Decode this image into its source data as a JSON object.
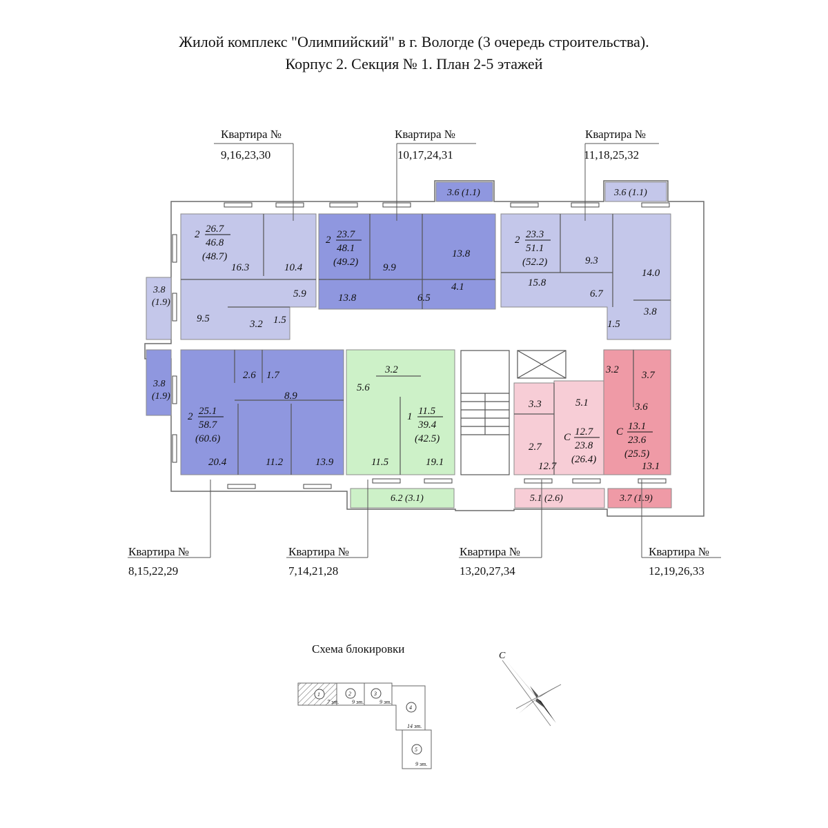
{
  "title": {
    "line1": "Жилой комплекс \"Олимпийский\" в г. Вологде (3 очередь строительства).",
    "line2": "Корпус 2. Секция № 1. План 2-5 этажей"
  },
  "colors": {
    "two_room_light": "#c4c7ea",
    "two_room_dark": "#8f97df",
    "one_room": "#cdf1c8",
    "studio_light": "#f7cdd6",
    "studio_dark": "#ef9aa6",
    "wall": "#ffffff",
    "outline": "#6a6a6a"
  },
  "apartment_label": "Квартира №",
  "apartments": [
    {
      "numbers": "9,16,23,30",
      "rooms": "2",
      "living": "26.7",
      "total": "46.8",
      "total_with_balcony": "(48.7)",
      "room_areas": [
        "16.3",
        "10.4",
        "5.9",
        "9.5",
        "3.2",
        "1.5"
      ],
      "balcony": "3.8",
      "balcony_coef": "(1.9)"
    },
    {
      "numbers": "10,17,24,31",
      "rooms": "2",
      "living": "23.7",
      "total": "48.1",
      "total_with_balcony": "(49.2)",
      "room_areas": [
        "9.9",
        "13.8",
        "13.8",
        "6.5",
        "4.1"
      ],
      "balcony": "3.6 (1.1)"
    },
    {
      "numbers": "11,18,25,32",
      "rooms": "2",
      "living": "23.3",
      "total": "51.1",
      "total_with_balcony": "(52.2)",
      "room_areas": [
        "9.3",
        "14.0",
        "15.8",
        "6.7",
        "3.8",
        "1.5"
      ],
      "balcony": "3.6 (1.1)"
    },
    {
      "numbers": "8,15,22,29",
      "rooms": "2",
      "living": "25.1",
      "total": "58.7",
      "total_with_balcony": "(60.6)",
      "room_areas": [
        "2.6",
        "1.7",
        "8.9",
        "20.4",
        "11.2",
        "13.9"
      ],
      "balcony": "3.8",
      "balcony_coef": "(1.9)"
    },
    {
      "numbers": "7,14,21,28",
      "rooms": "1",
      "living": "11.5",
      "total": "39.4",
      "total_with_balcony": "(42.5)",
      "room_areas": [
        "5.6",
        "3.2",
        "11.5",
        "19.1"
      ],
      "balcony": "6.2 (3.1)"
    },
    {
      "numbers": "13,20,27,34",
      "rooms": "С",
      "living": "12.7",
      "total": "23.8",
      "total_with_balcony": "(26.4)",
      "room_areas": [
        "3.3",
        "5.1",
        "2.7",
        "12.7"
      ],
      "balcony": "5.1 (2.6)"
    },
    {
      "numbers": "12,19,26,33",
      "rooms": "С",
      "living": "13.1",
      "total": "23.6",
      "total_with_balcony": "(25.5)",
      "room_areas": [
        "3.2",
        "3.7",
        "3.6",
        "13.1"
      ],
      "balcony": "3.7 (1.9)"
    }
  ],
  "scheme": {
    "title": "Схема блокировки",
    "sections": [
      {
        "n": "1",
        "floors": "7 эт."
      },
      {
        "n": "2",
        "floors": "9 эт."
      },
      {
        "n": "3",
        "floors": "9 эт."
      },
      {
        "n": "4",
        "floors": "14 эт."
      },
      {
        "n": "5",
        "floors": "9 эт."
      }
    ]
  },
  "compass": {
    "north": "С"
  }
}
